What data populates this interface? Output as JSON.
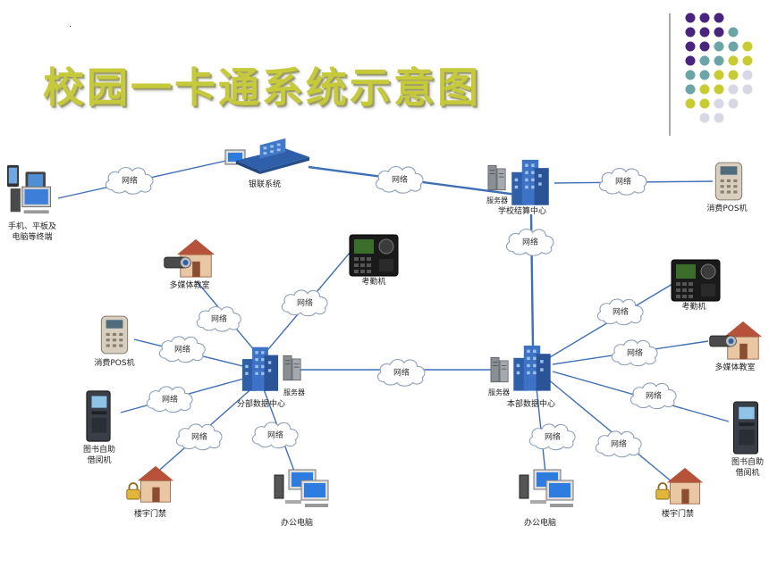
{
  "title": "校园一卡通系统示意图",
  "corner_mark": "·",
  "cloud_label": "网络",
  "nodes": {
    "terminals": "手机、平板及电脑等终端",
    "bank": "银联系统",
    "settlement": "学校结算中心",
    "settlement_server": "服务器",
    "pos_top": "消费POS机",
    "attendance_left": "考勤机",
    "attendance_right": "考勤机",
    "multimedia_left": "多媒体教室",
    "multimedia_right": "多媒体教室",
    "pos_left": "消费POS机",
    "library_left": "图书自助借阅机",
    "library_right": "图书自助借阅机",
    "door_left": "楼宇门禁",
    "door_right": "楼宇门禁",
    "office_left": "办公电脑",
    "office_right": "办公电脑",
    "branch_center": "分部数据中心",
    "branch_server": "服务器",
    "main_center": "本部数据中心",
    "main_server": "服务器"
  },
  "colors": {
    "title": "#c5c93a",
    "link": "#3f6fb5",
    "dot_purple": "#4a2580",
    "dot_teal": "#6aa5a5",
    "dot_olive": "#c8cc30",
    "dot_gray": "#d7d7e6"
  }
}
